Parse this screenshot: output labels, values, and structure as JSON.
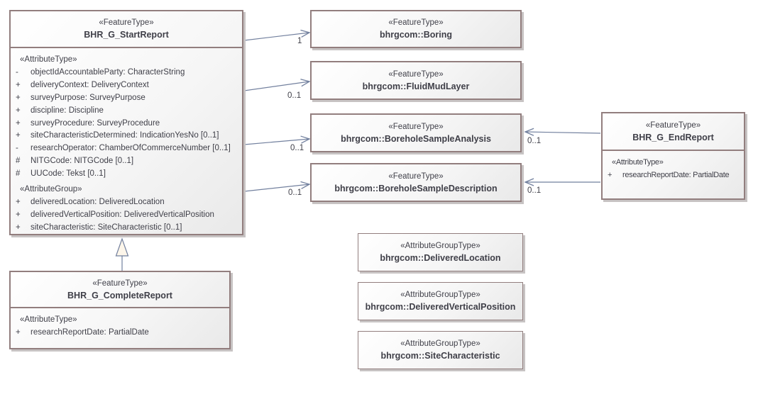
{
  "boxes": {
    "startReport": {
      "stereotype": "«FeatureType»",
      "name": "BHR_G_StartReport",
      "attr_header": "«AttributeType»",
      "attrs": [
        {
          "vis": "-",
          "text": "objectIdAccountableParty: CharacterString"
        },
        {
          "vis": "+",
          "text": "deliveryContext: DeliveryContext"
        },
        {
          "vis": "+",
          "text": "surveyPurpose: SurveyPurpose"
        },
        {
          "vis": "+",
          "text": "discipline: Discipline"
        },
        {
          "vis": "+",
          "text": "surveyProcedure: SurveyProcedure"
        },
        {
          "vis": "+",
          "text": "siteCharacteristicDetermined: IndicationYesNo [0..1]"
        },
        {
          "vis": "-",
          "text": "researchOperator: ChamberOfCommerceNumber [0..1]"
        },
        {
          "vis": "#",
          "text": "NITGCode: NITGCode [0..1]"
        },
        {
          "vis": "#",
          "text": "UUCode: Tekst [0..1]"
        }
      ],
      "group_header": "«AttributeGroup»",
      "groups": [
        {
          "vis": "+",
          "text": "deliveredLocation: DeliveredLocation"
        },
        {
          "vis": "+",
          "text": "deliveredVerticalPosition: DeliveredVerticalPosition"
        },
        {
          "vis": "+",
          "text": "siteCharacteristic: SiteCharacteristic [0..1]"
        }
      ]
    },
    "boring": {
      "stereotype": "«FeatureType»",
      "name": "bhrgcom::Boring"
    },
    "fluidMudLayer": {
      "stereotype": "«FeatureType»",
      "name": "bhrgcom::FluidMudLayer"
    },
    "boreholeSampleAnalysis": {
      "stereotype": "«FeatureType»",
      "name": "bhrgcom::BoreholeSampleAnalysis"
    },
    "boreholeSampleDescription": {
      "stereotype": "«FeatureType»",
      "name": "bhrgcom::BoreholeSampleDescription"
    },
    "endReport": {
      "stereotype": "«FeatureType»",
      "name": "BHR_G_EndReport",
      "attr_header": "«AttributeType»",
      "attrs": [
        {
          "vis": "+",
          "text": "researchReportDate: PartialDate"
        }
      ]
    },
    "completeReport": {
      "stereotype": "«FeatureType»",
      "name": "BHR_G_CompleteReport",
      "attr_header": "«AttributeType»",
      "attrs": [
        {
          "vis": "+",
          "text": "researchReportDate: PartialDate"
        }
      ]
    },
    "deliveredLocation": {
      "stereotype": "«AttributeGroupType»",
      "name": "bhrgcom::DeliveredLocation"
    },
    "deliveredVerticalPosition": {
      "stereotype": "«AttributeGroupType»",
      "name": "bhrgcom::DeliveredVerticalPosition"
    },
    "siteCharacteristic": {
      "stereotype": "«AttributeGroupType»",
      "name": "bhrgcom::SiteCharacteristic"
    }
  },
  "connectors": {
    "start_boring_mult": "1",
    "start_fluidmud_mult": "0..1",
    "start_analysis_mult": "0..1",
    "start_description_mult": "0..1",
    "end_analysis_mult": "0..1",
    "end_description_mult": "0..1"
  },
  "colors": {
    "box_border": "#927e7e",
    "box_shadow": "#c7c3c3",
    "connector_line": "#72809e",
    "text": "#3f3f48",
    "triangle_fill": "#fdf6ea"
  }
}
